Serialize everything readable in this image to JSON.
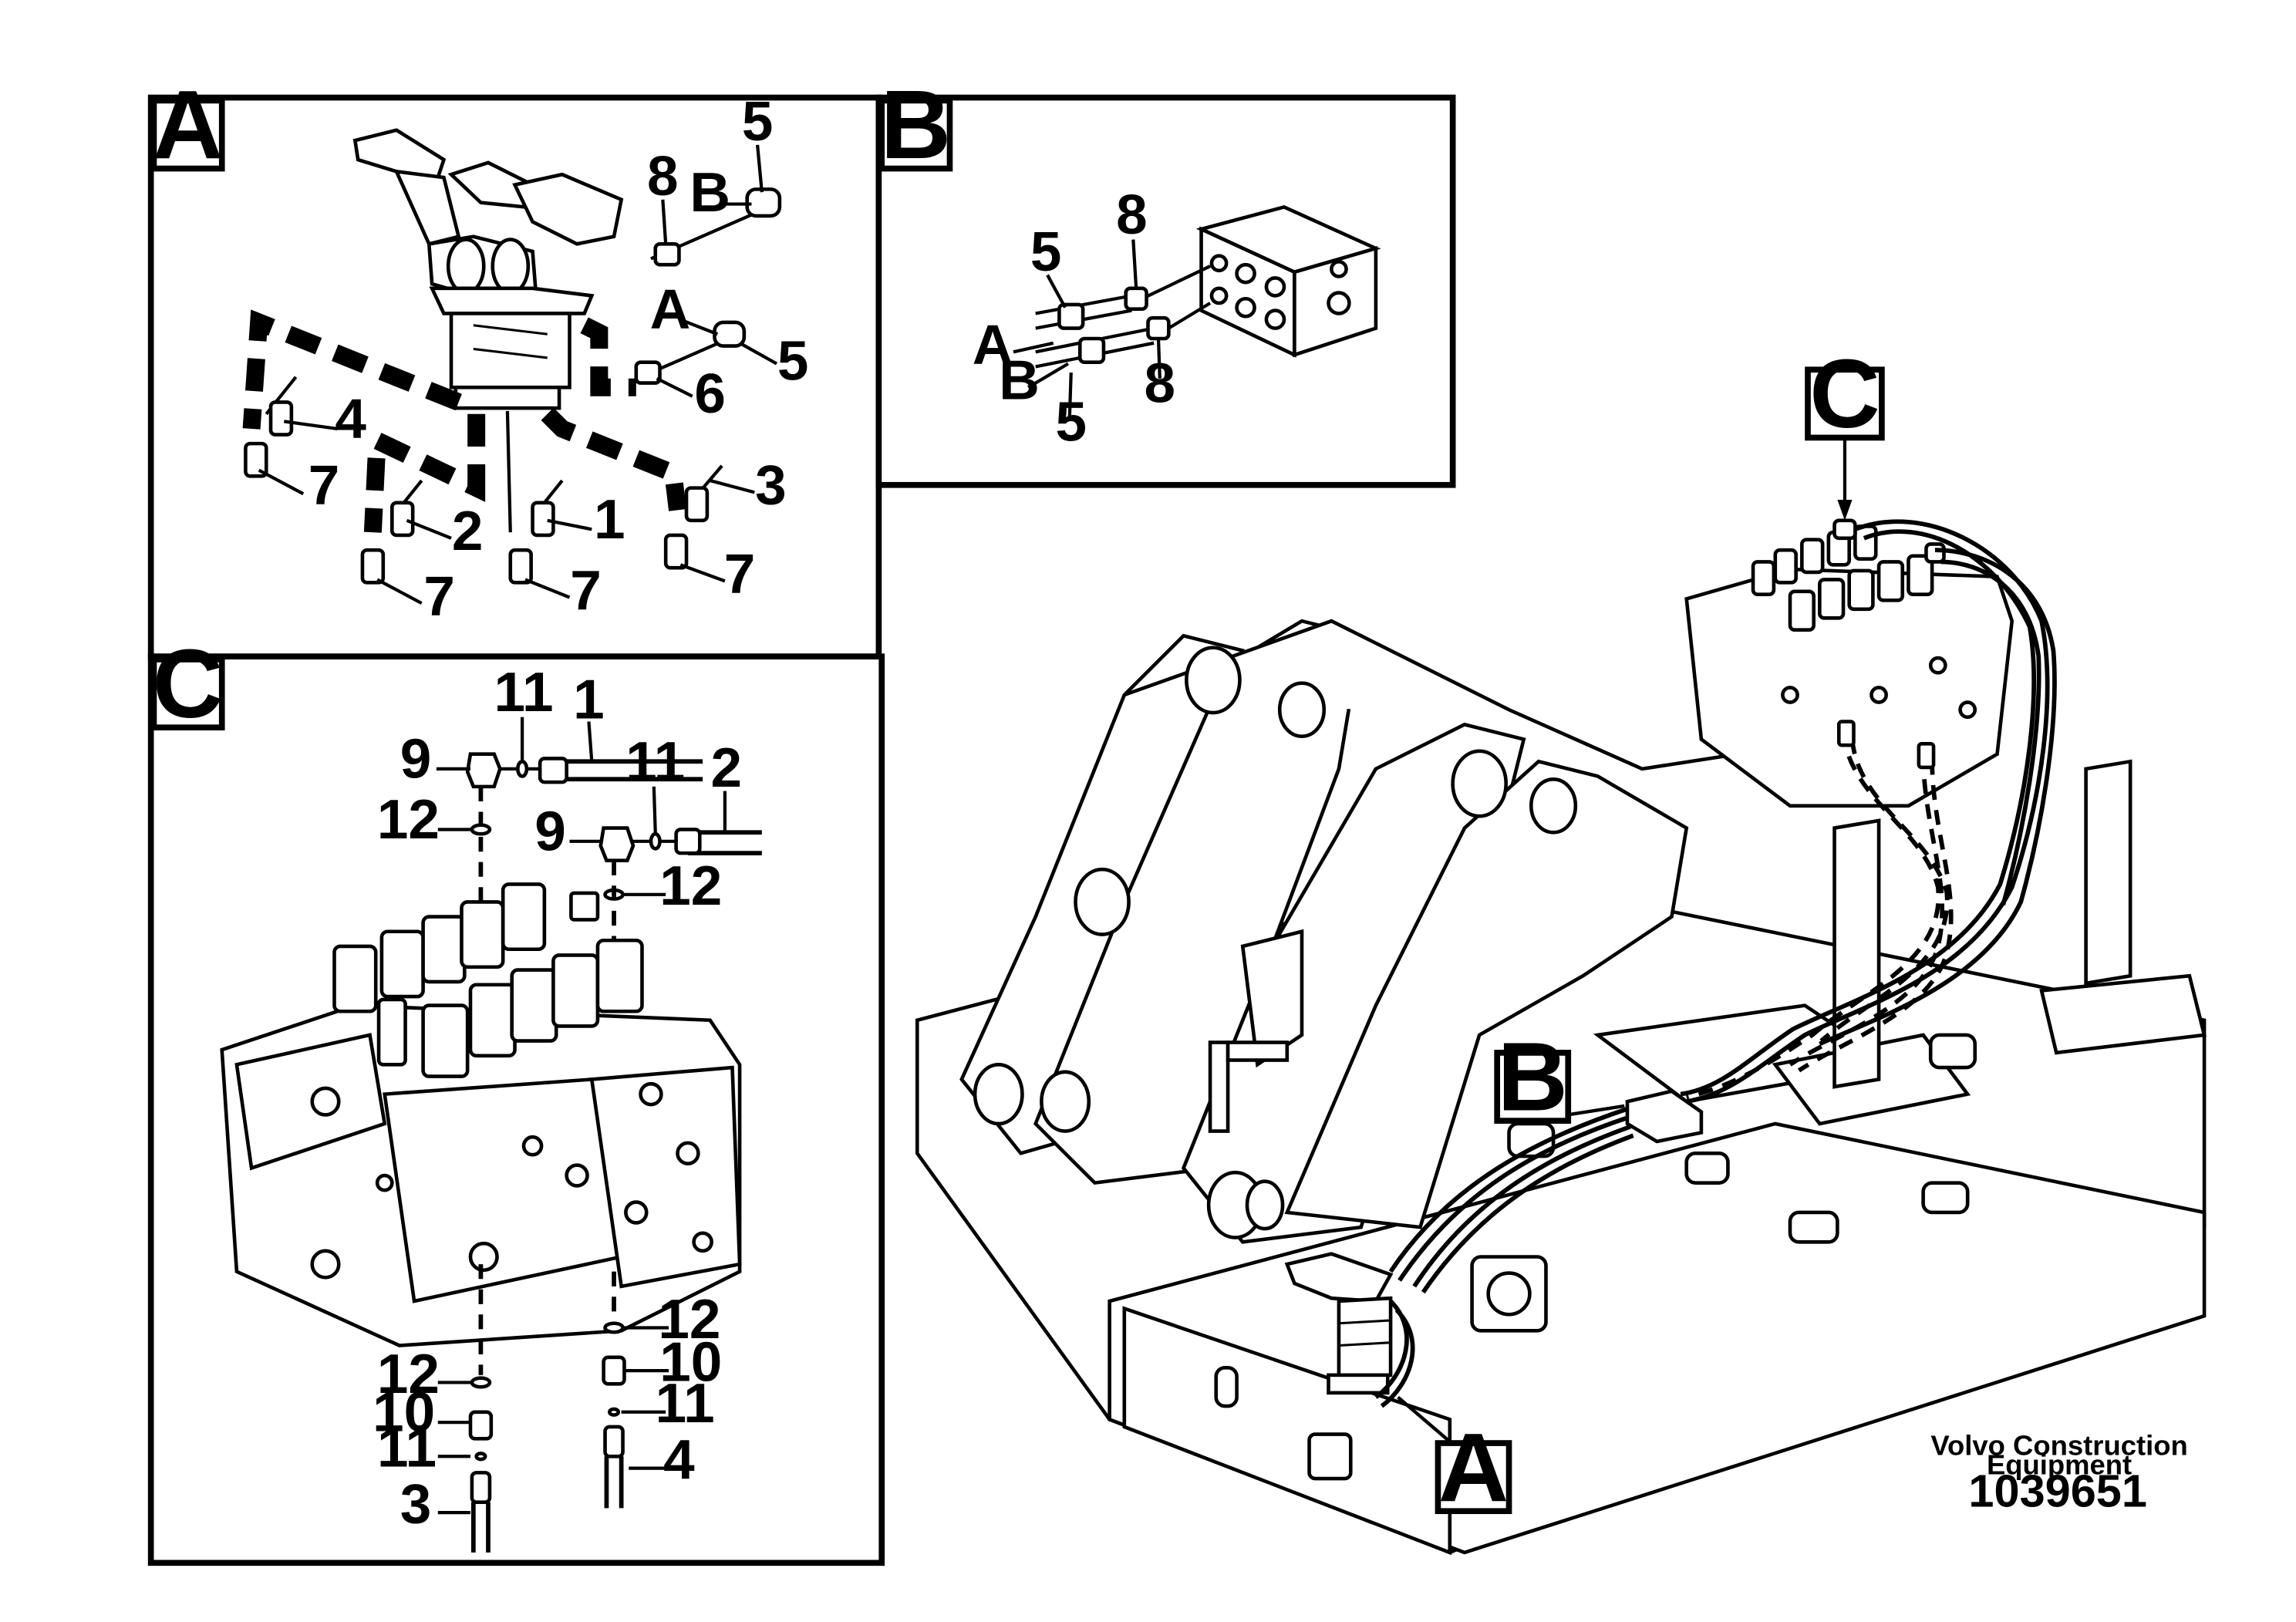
{
  "panels": [
    {
      "id": "A",
      "label": "A"
    },
    {
      "id": "B",
      "label": "B"
    },
    {
      "id": "C",
      "label": "C"
    }
  ],
  "panel_a_callouts": {
    "n5_top": "5",
    "n8": "8",
    "pB": "B",
    "pA": "A",
    "n5_right": "5",
    "n6": "6",
    "n4": "4",
    "n7_left": "7",
    "n3": "3",
    "n2": "2",
    "n1": "1",
    "n7_a": "7",
    "n7_b": "7",
    "n7_c": "7"
  },
  "panel_b_callouts": {
    "n8_top": "8",
    "n5_top": "5",
    "pA": "A",
    "pB": "B",
    "n8_bottom": "8",
    "n5_bottom": "5"
  },
  "panel_c_callouts": {
    "n11_top": "11",
    "n1": "1",
    "n9_top": "9",
    "n11_mid": "11",
    "n2": "2",
    "n12_top": "12",
    "n9_mid": "9",
    "n12_right": "12",
    "n12_r_low": "12",
    "n10_r": "10",
    "n11_r": "11",
    "n4": "4",
    "n12_l_low": "12",
    "n10_l": "10",
    "n11_l": "11",
    "n3": "3"
  },
  "main_view_labels": {
    "C": "C",
    "B": "B",
    "A": "A"
  },
  "footer": {
    "company_line1": "Volvo Construction",
    "company_line2": "Equipment",
    "drawing_number": "1039651"
  }
}
